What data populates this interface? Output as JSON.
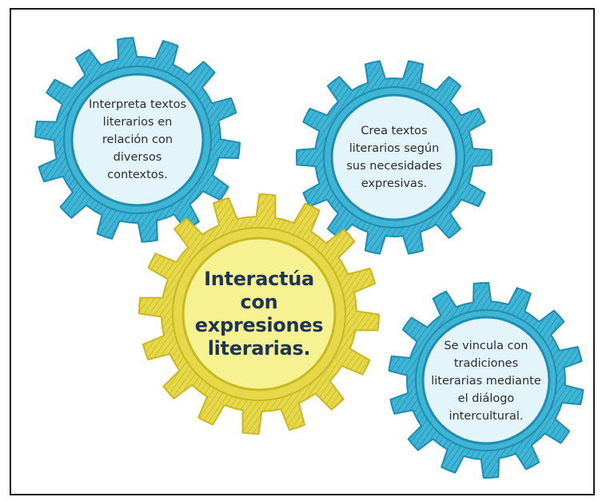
{
  "gears": [
    {
      "id": "interpreta",
      "text": "Interpreta textos\nliterarios en\nrelación con\ndiversos\ncontextos.",
      "color": "#3fb4d4",
      "dark_color": "#1f8db0",
      "inner_color": "#e3f4fa"
    },
    {
      "id": "crea",
      "text": "Crea textos\nliterarios según\nsus necesidades\nexpresivas.",
      "color": "#3fb4d4",
      "dark_color": "#1f8db0",
      "inner_color": "#e3f4fa"
    },
    {
      "id": "center",
      "text": "Interactúa\ncon\nexpresiones\nliterarias.",
      "color": "#e6d84a",
      "dark_color": "#c9b81f",
      "inner_color": "#f6f191"
    },
    {
      "id": "vincula",
      "text": "Se vincula con\ntradiciones\nliterarias mediante\nel diálogo\nintercultural.",
      "color": "#3fb4d4",
      "dark_color": "#1f8db0",
      "inner_color": "#e3f4fa"
    }
  ]
}
